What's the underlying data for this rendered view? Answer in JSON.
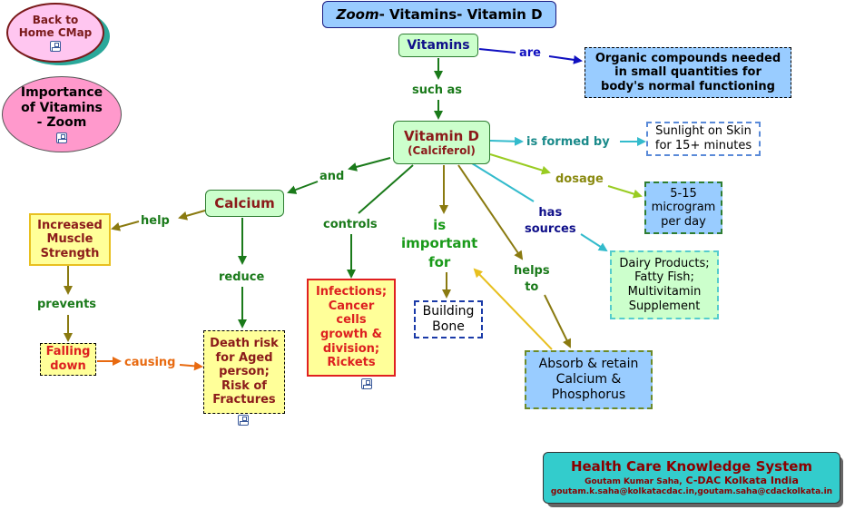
{
  "title": {
    "prefix": "Zoom",
    "rest": "- Vitamins- Vitamin D"
  },
  "nav": {
    "back_home": "Back to\nHome CMap",
    "importance": "Importance\nof Vitamins\n- Zoom"
  },
  "concepts": {
    "vitamins": "Vitamins",
    "organic": "Organic compounds needed\nin small quantities for\nbody's normal functioning",
    "vitamin_d_name": "Vitamin D",
    "vitamin_d_sub": "(Calciferol)",
    "sunlight": "Sunlight on Skin\nfor 15+ minutes",
    "dosage_value": "5-15\nmicrogram\nper day",
    "sources": "Dairy Products;\nFatty Fish;\nMultivitamin\nSupplement",
    "calcium": "Calcium",
    "muscle": "Increased\nMuscle\nStrength",
    "falling": "Falling\ndown",
    "death_risk": "Death risk\nfor Aged\nperson;\nRisk of\nFractures",
    "infections": "Infections;\nCancer\ncells\ngrowth &\ndivision;\nRickets",
    "bone": "Building\nBone",
    "absorb": "Absorb & retain\nCalcium &\nPhosphorus"
  },
  "links": {
    "are": "are",
    "such_as": "such as",
    "is_formed_by": "is formed by",
    "dosage": "dosage",
    "has_sources": "has\nsources",
    "and": "and",
    "controls": "controls",
    "is_important_for": "is\nimportant\nfor",
    "helps_to": "helps\nto",
    "help": "help",
    "reduce": "reduce",
    "prevents": "prevents",
    "causing": "causing"
  },
  "footer": {
    "system": "Health Care Knowledge System",
    "author_name": "Goutam Kumar Saha,",
    "author_org": "C-DAC Kolkata India",
    "emails": "goutam.k.saha@kolkatacdac.in,goutam.saha@cdackolkata.in"
  },
  "icons": [
    "cmap-submap-icon"
  ],
  "colors": {
    "title_bg": "#99ccff",
    "vitamin_d_text": "#8b1a1a",
    "link_green": "#1a7a1a",
    "link_blue": "#1010c0",
    "link_teal": "#1a8a8a",
    "link_olive": "#8a8a10",
    "link_orange": "#e86a10",
    "footer_bg": "#33cccc",
    "footer_text": "#8b0000"
  }
}
